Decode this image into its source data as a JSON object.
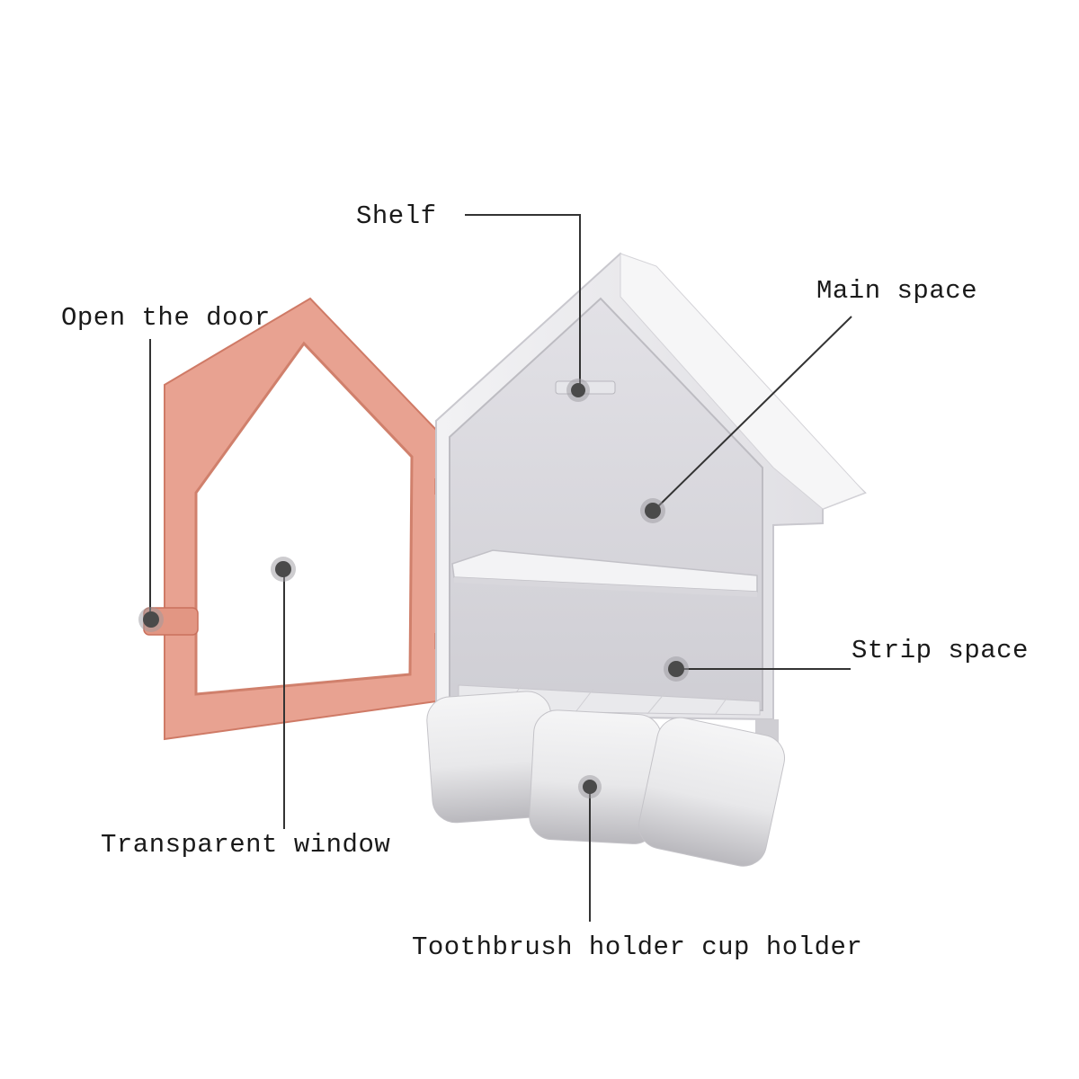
{
  "diagram": {
    "subject": "House-shaped wall-mounted toothbrush holder cabinet",
    "colors": {
      "door_frame": "#e59b88",
      "door_frame_edge": "#c9705c",
      "body": "#ecebee",
      "interior": "#d9d8dd",
      "callout_line": "#333333",
      "callout_dot": "#4a4a4a",
      "text": "#1a1a1a"
    },
    "callouts": [
      {
        "id": "shelf",
        "label": "Shelf"
      },
      {
        "id": "open-door",
        "label": "Open the door"
      },
      {
        "id": "main-space",
        "label": "Main space"
      },
      {
        "id": "strip-space",
        "label": "Strip space"
      },
      {
        "id": "transparent-window",
        "label": "Transparent window"
      },
      {
        "id": "cup-holder",
        "label": "Toothbrush holder cup holder"
      }
    ]
  }
}
